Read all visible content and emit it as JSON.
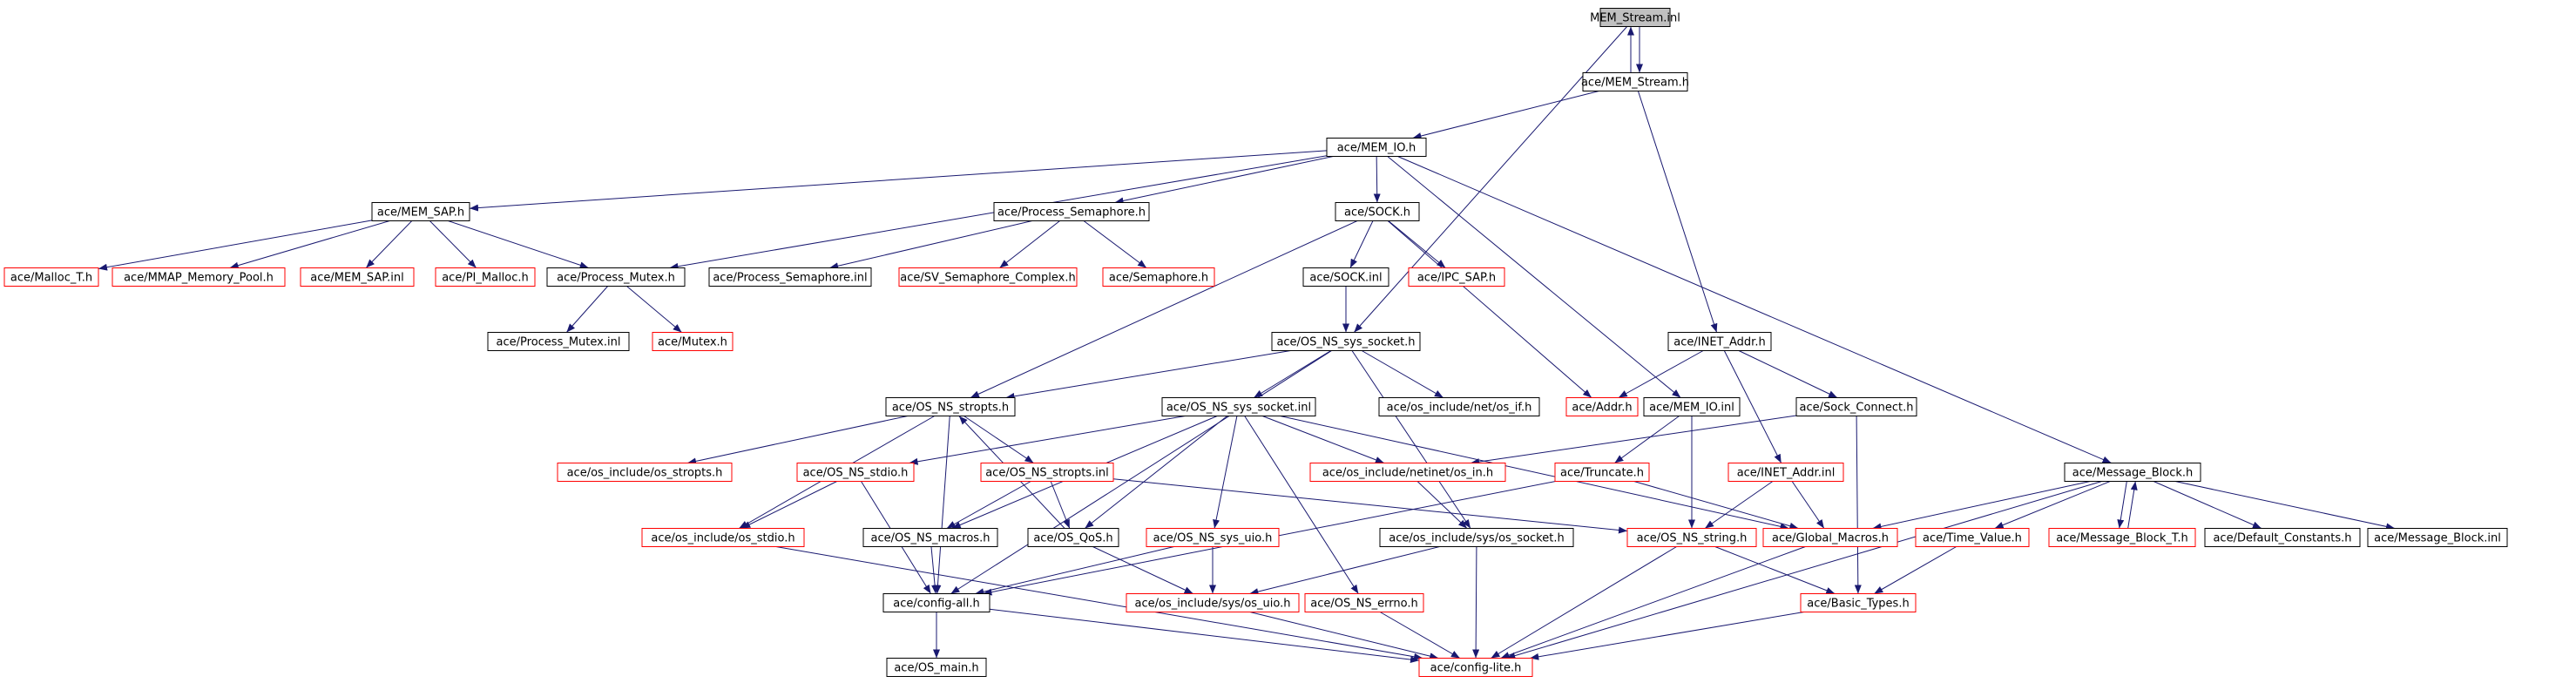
{
  "graph": {
    "nodes": [
      {
        "id": "mem_stream_inl",
        "label": "MEM_Stream.inl",
        "style": "gray"
      },
      {
        "id": "mem_stream_h",
        "label": "ace/MEM_Stream.h",
        "style": "normal"
      },
      {
        "id": "mem_io_h",
        "label": "ace/MEM_IO.h",
        "style": "normal"
      },
      {
        "id": "mem_sap_h",
        "label": "ace/MEM_SAP.h",
        "style": "normal"
      },
      {
        "id": "process_semaphore_h",
        "label": "ace/Process_Semaphore.h",
        "style": "normal"
      },
      {
        "id": "sock_h",
        "label": "ace/SOCK.h",
        "style": "normal"
      },
      {
        "id": "malloc_t_h",
        "label": "ace/Malloc_T.h",
        "style": "red"
      },
      {
        "id": "mmap_memory_pool_h",
        "label": "ace/MMAP_Memory_Pool.h",
        "style": "red"
      },
      {
        "id": "mem_sap_inl",
        "label": "ace/MEM_SAP.inl",
        "style": "red"
      },
      {
        "id": "pi_malloc_h",
        "label": "ace/PI_Malloc.h",
        "style": "red"
      },
      {
        "id": "process_mutex_h",
        "label": "ace/Process_Mutex.h",
        "style": "normal"
      },
      {
        "id": "process_semaphore_inl",
        "label": "ace/Process_Semaphore.inl",
        "style": "normal"
      },
      {
        "id": "sv_semaphore_complex_h",
        "label": "ace/SV_Semaphore_Complex.h",
        "style": "red"
      },
      {
        "id": "semaphore_h",
        "label": "ace/Semaphore.h",
        "style": "red"
      },
      {
        "id": "sock_inl",
        "label": "ace/SOCK.inl",
        "style": "normal"
      },
      {
        "id": "ipc_sap_h",
        "label": "ace/IPC_SAP.h",
        "style": "red"
      },
      {
        "id": "process_mutex_inl",
        "label": "ace/Process_Mutex.inl",
        "style": "normal"
      },
      {
        "id": "mutex_h",
        "label": "ace/Mutex.h",
        "style": "red"
      },
      {
        "id": "os_ns_sys_socket_h",
        "label": "ace/OS_NS_sys_socket.h",
        "style": "normal"
      },
      {
        "id": "inet_addr_h",
        "label": "ace/INET_Addr.h",
        "style": "normal"
      },
      {
        "id": "os_ns_stropts_h",
        "label": "ace/OS_NS_stropts.h",
        "style": "normal"
      },
      {
        "id": "os_ns_sys_socket_inl",
        "label": "ace/OS_NS_sys_socket.inl",
        "style": "normal"
      },
      {
        "id": "os_include_net_os_if_h",
        "label": "ace/os_include/net/os_if.h",
        "style": "normal"
      },
      {
        "id": "addr_h",
        "label": "ace/Addr.h",
        "style": "red"
      },
      {
        "id": "mem_io_inl",
        "label": "ace/MEM_IO.inl",
        "style": "normal"
      },
      {
        "id": "sock_connect_h",
        "label": "ace/Sock_Connect.h",
        "style": "normal"
      },
      {
        "id": "os_include_os_stropts_h",
        "label": "ace/os_include/os_stropts.h",
        "style": "red"
      },
      {
        "id": "os_ns_stdio_h",
        "label": "ace/OS_NS_stdio.h",
        "style": "red"
      },
      {
        "id": "os_ns_stropts_inl",
        "label": "ace/OS_NS_stropts.inl",
        "style": "red"
      },
      {
        "id": "os_include_netinet_os_in_h",
        "label": "ace/os_include/netinet/os_in.h",
        "style": "red"
      },
      {
        "id": "truncate_h",
        "label": "ace/Truncate.h",
        "style": "red"
      },
      {
        "id": "inet_addr_inl",
        "label": "ace/INET_Addr.inl",
        "style": "red"
      },
      {
        "id": "message_block_h",
        "label": "ace/Message_Block.h",
        "style": "normal"
      },
      {
        "id": "os_include_os_stdio_h",
        "label": "ace/os_include/os_stdio.h",
        "style": "red"
      },
      {
        "id": "os_ns_macros_h",
        "label": "ace/OS_NS_macros.h",
        "style": "normal"
      },
      {
        "id": "os_qos_h",
        "label": "ace/OS_QoS.h",
        "style": "normal"
      },
      {
        "id": "os_ns_sys_uio_h",
        "label": "ace/OS_NS_sys_uio.h",
        "style": "red"
      },
      {
        "id": "os_include_sys_os_socket_h",
        "label": "ace/os_include/sys/os_socket.h",
        "style": "normal"
      },
      {
        "id": "os_ns_string_h",
        "label": "ace/OS_NS_string.h",
        "style": "red"
      },
      {
        "id": "global_macros_h",
        "label": "ace/Global_Macros.h",
        "style": "red"
      },
      {
        "id": "time_value_h",
        "label": "ace/Time_Value.h",
        "style": "red"
      },
      {
        "id": "message_block_t_h",
        "label": "ace/Message_Block_T.h",
        "style": "red"
      },
      {
        "id": "default_constants_h",
        "label": "ace/Default_Constants.h",
        "style": "normal"
      },
      {
        "id": "message_block_inl",
        "label": "ace/Message_Block.inl",
        "style": "normal"
      },
      {
        "id": "config_all_h",
        "label": "ace/config-all.h",
        "style": "normal"
      },
      {
        "id": "os_include_sys_os_uio_h",
        "label": "ace/os_include/sys/os_uio.h",
        "style": "red"
      },
      {
        "id": "os_ns_errno_h",
        "label": "ace/OS_NS_errno.h",
        "style": "red"
      },
      {
        "id": "basic_types_h",
        "label": "ace/Basic_Types.h",
        "style": "red"
      },
      {
        "id": "os_main_h",
        "label": "ace/OS_main.h",
        "style": "normal"
      },
      {
        "id": "config_lite_h",
        "label": "ace/config-lite.h",
        "style": "red"
      }
    ],
    "edges": [
      [
        "mem_stream_inl",
        "mem_stream_h"
      ],
      [
        "mem_stream_inl",
        "os_ns_sys_socket_h"
      ],
      [
        "mem_stream_h",
        "mem_stream_inl"
      ],
      [
        "mem_stream_h",
        "mem_io_h"
      ],
      [
        "mem_stream_h",
        "inet_addr_h"
      ],
      [
        "mem_io_h",
        "mem_sap_h"
      ],
      [
        "mem_io_h",
        "process_mutex_h"
      ],
      [
        "mem_io_h",
        "process_semaphore_h"
      ],
      [
        "mem_io_h",
        "sock_h"
      ],
      [
        "mem_io_h",
        "mem_io_inl"
      ],
      [
        "mem_io_h",
        "message_block_h"
      ],
      [
        "mem_sap_h",
        "malloc_t_h"
      ],
      [
        "mem_sap_h",
        "mmap_memory_pool_h"
      ],
      [
        "mem_sap_h",
        "mem_sap_inl"
      ],
      [
        "mem_sap_h",
        "pi_malloc_h"
      ],
      [
        "mem_sap_h",
        "process_mutex_h"
      ],
      [
        "process_semaphore_h",
        "process_semaphore_inl"
      ],
      [
        "process_semaphore_h",
        "sv_semaphore_complex_h"
      ],
      [
        "process_semaphore_h",
        "semaphore_h"
      ],
      [
        "sock_h",
        "sock_inl"
      ],
      [
        "sock_h",
        "ipc_sap_h"
      ],
      [
        "sock_h",
        "addr_h"
      ],
      [
        "sock_h",
        "os_ns_stropts_h"
      ],
      [
        "process_mutex_h",
        "process_mutex_inl"
      ],
      [
        "process_mutex_h",
        "mutex_h"
      ],
      [
        "sock_inl",
        "os_ns_sys_socket_h"
      ],
      [
        "os_ns_sys_socket_h",
        "os_ns_stropts_h"
      ],
      [
        "os_ns_sys_socket_h",
        "os_ns_sys_socket_inl"
      ],
      [
        "os_ns_sys_socket_h",
        "os_include_net_os_if_h"
      ],
      [
        "os_ns_sys_socket_h",
        "os_include_sys_os_socket_h"
      ],
      [
        "os_ns_sys_socket_h",
        "config_all_h"
      ],
      [
        "inet_addr_h",
        "addr_h"
      ],
      [
        "inet_addr_h",
        "sock_connect_h"
      ],
      [
        "inet_addr_h",
        "inet_addr_inl"
      ],
      [
        "os_ns_stropts_h",
        "os_include_os_stropts_h"
      ],
      [
        "os_ns_stropts_h",
        "os_ns_stropts_inl"
      ],
      [
        "os_ns_stropts_h",
        "os_include_os_stdio_h"
      ],
      [
        "os_ns_stropts_h",
        "config_all_h"
      ],
      [
        "os_ns_sys_socket_inl",
        "os_ns_stdio_h"
      ],
      [
        "os_ns_sys_socket_inl",
        "os_include_netinet_os_in_h"
      ],
      [
        "os_ns_sys_socket_inl",
        "os_ns_macros_h"
      ],
      [
        "os_ns_sys_socket_inl",
        "os_qos_h"
      ],
      [
        "os_ns_sys_socket_inl",
        "os_ns_sys_uio_h"
      ],
      [
        "os_ns_sys_socket_inl",
        "os_ns_errno_h"
      ],
      [
        "os_ns_sys_socket_inl",
        "global_macros_h"
      ],
      [
        "mem_io_inl",
        "truncate_h"
      ],
      [
        "mem_io_inl",
        "os_ns_string_h"
      ],
      [
        "sock_connect_h",
        "os_include_netinet_os_in_h"
      ],
      [
        "sock_connect_h",
        "basic_types_h"
      ],
      [
        "os_ns_stdio_h",
        "os_include_os_stdio_h"
      ],
      [
        "os_ns_stdio_h",
        "config_all_h"
      ],
      [
        "os_ns_stropts_inl",
        "os_qos_h"
      ],
      [
        "os_ns_stropts_inl",
        "os_ns_macros_h"
      ],
      [
        "os_ns_stropts_inl",
        "os_ns_string_h"
      ],
      [
        "os_include_netinet_os_in_h",
        "os_include_sys_os_socket_h"
      ],
      [
        "truncate_h",
        "global_macros_h"
      ],
      [
        "truncate_h",
        "config_all_h"
      ],
      [
        "inet_addr_inl",
        "global_macros_h"
      ],
      [
        "inet_addr_inl",
        "os_ns_string_h"
      ],
      [
        "message_block_h",
        "global_macros_h"
      ],
      [
        "message_block_h",
        "time_value_h"
      ],
      [
        "message_block_h",
        "message_block_t_h"
      ],
      [
        "message_block_h",
        "default_constants_h"
      ],
      [
        "message_block_h",
        "message_block_inl"
      ],
      [
        "message_block_h",
        "config_lite_h"
      ],
      [
        "message_block_t_h",
        "message_block_h"
      ],
      [
        "os_include_os_stdio_h",
        "config_lite_h"
      ],
      [
        "os_ns_macros_h",
        "config_all_h"
      ],
      [
        "os_qos_h",
        "os_ns_stropts_h"
      ],
      [
        "os_qos_h",
        "os_include_sys_os_uio_h"
      ],
      [
        "os_ns_sys_uio_h",
        "os_include_sys_os_uio_h"
      ],
      [
        "os_ns_sys_uio_h",
        "config_all_h"
      ],
      [
        "os_include_sys_os_socket_h",
        "os_include_sys_os_uio_h"
      ],
      [
        "os_include_sys_os_socket_h",
        "config_lite_h"
      ],
      [
        "os_ns_string_h",
        "basic_types_h"
      ],
      [
        "os_ns_string_h",
        "config_lite_h"
      ],
      [
        "global_macros_h",
        "config_lite_h"
      ],
      [
        "time_value_h",
        "basic_types_h"
      ],
      [
        "config_all_h",
        "os_main_h"
      ],
      [
        "config_all_h",
        "config_lite_h"
      ],
      [
        "os_include_sys_os_uio_h",
        "config_lite_h"
      ],
      [
        "os_ns_errno_h",
        "config_lite_h"
      ],
      [
        "basic_types_h",
        "config_lite_h"
      ]
    ]
  }
}
